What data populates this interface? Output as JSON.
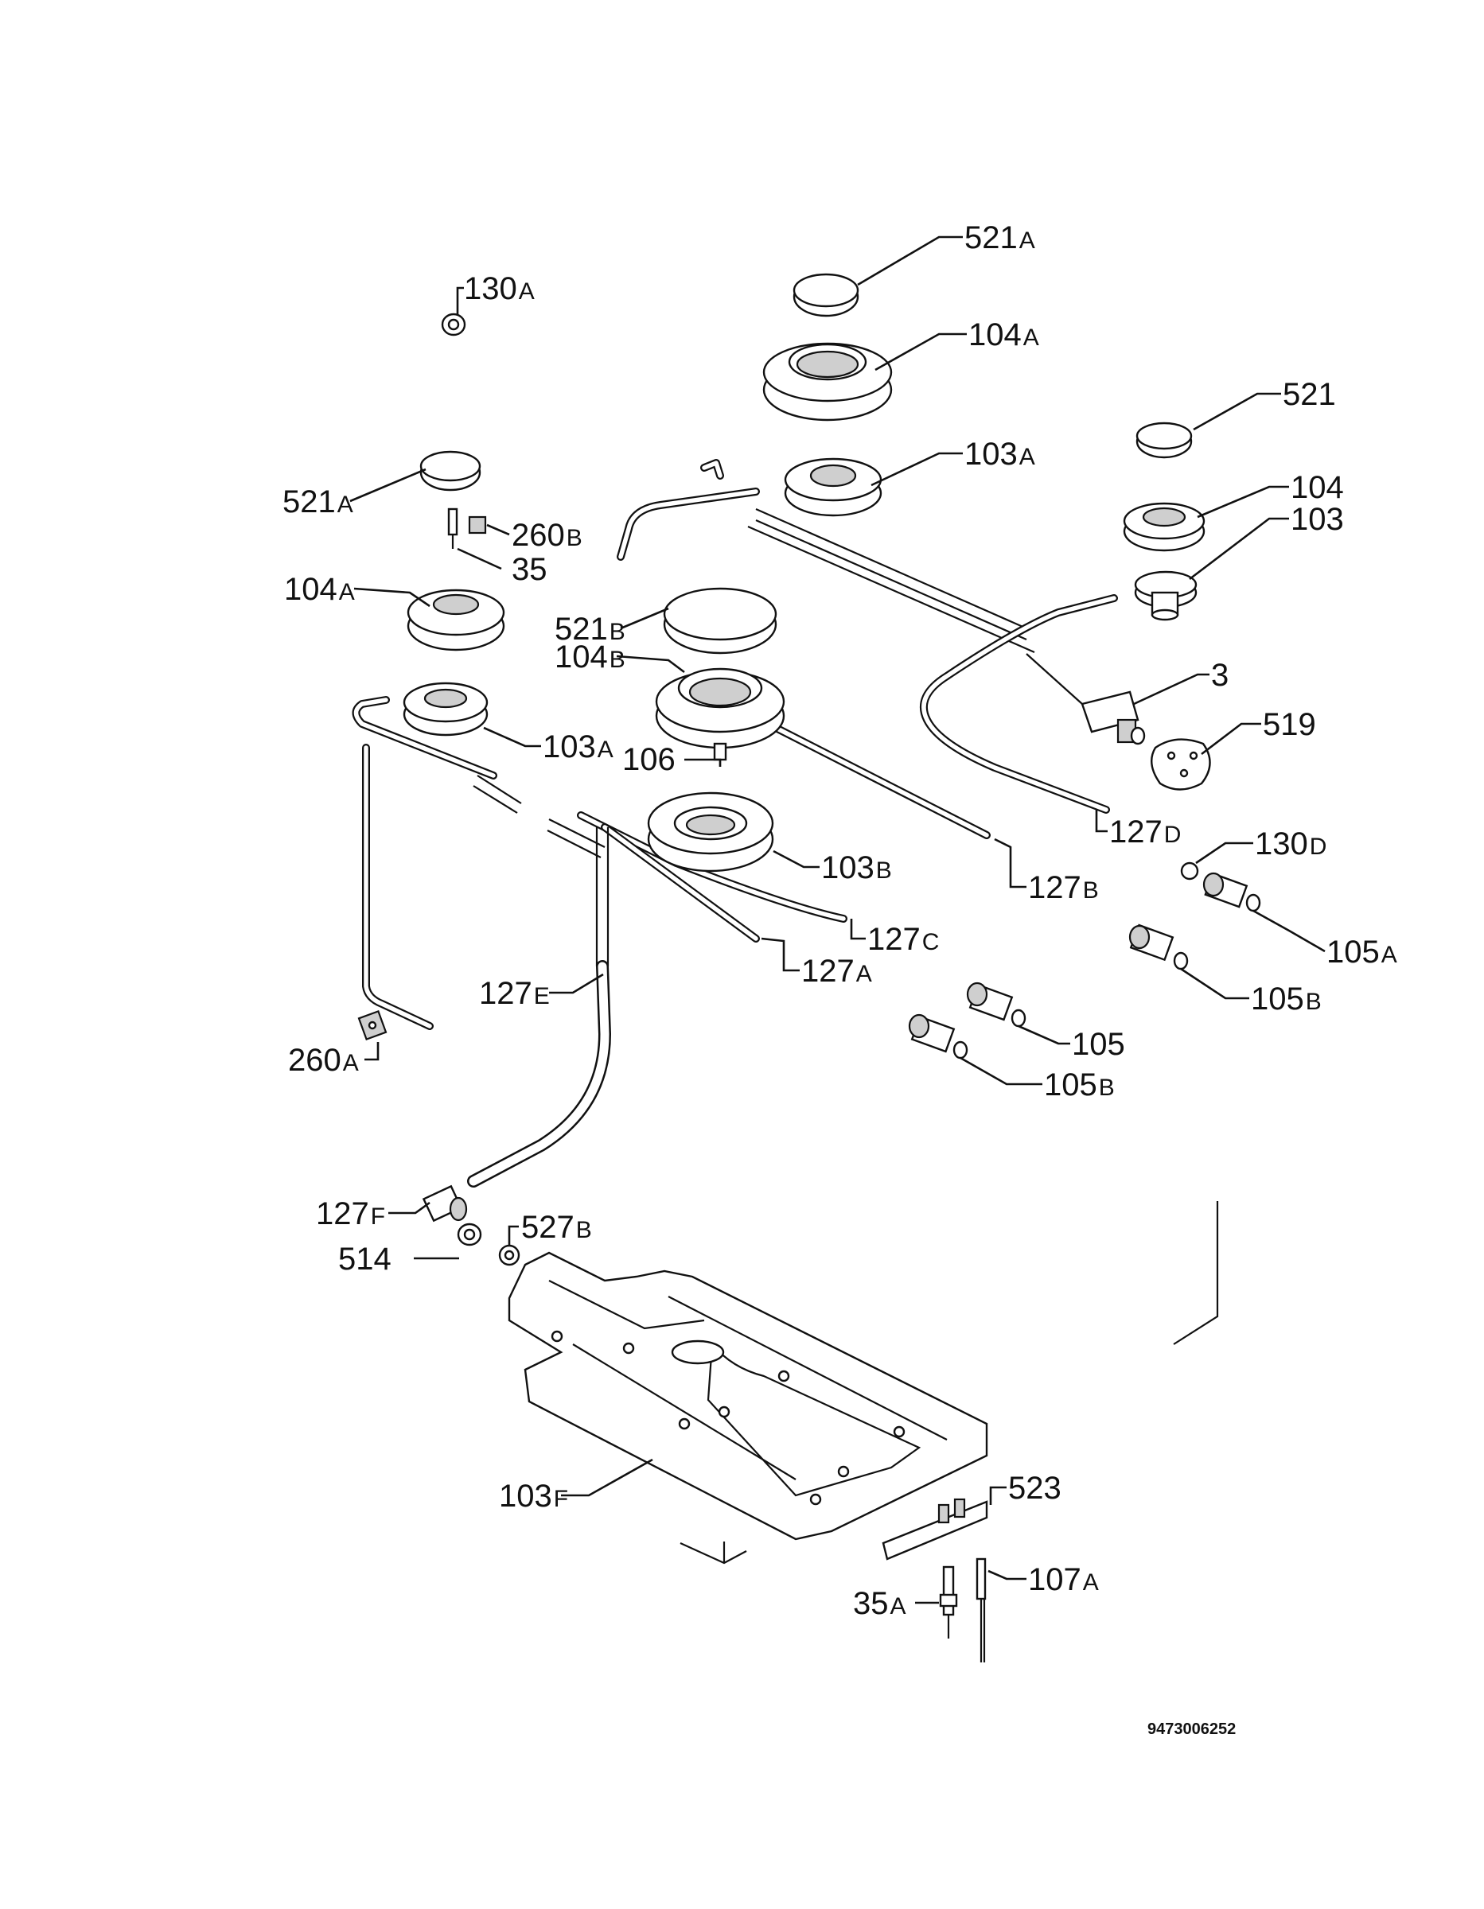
{
  "diagram": {
    "document_id": "9473006252",
    "callouts": [
      {
        "id": "c130a-top",
        "number": "130",
        "suffix": "A"
      },
      {
        "id": "c521a-top",
        "number": "521",
        "suffix": "A"
      },
      {
        "id": "c104a-top",
        "number": "104",
        "suffix": "A"
      },
      {
        "id": "c521",
        "number": "521",
        "suffix": ""
      },
      {
        "id": "c103a-top",
        "number": "103",
        "suffix": "A"
      },
      {
        "id": "c104",
        "number": "104",
        "suffix": ""
      },
      {
        "id": "c103",
        "number": "103",
        "suffix": ""
      },
      {
        "id": "c521a-left",
        "number": "521",
        "suffix": "A"
      },
      {
        "id": "c260b",
        "number": "260",
        "suffix": "B"
      },
      {
        "id": "c35",
        "number": "35",
        "suffix": ""
      },
      {
        "id": "c104a-left",
        "number": "104",
        "suffix": "A"
      },
      {
        "id": "c521b",
        "number": "521",
        "suffix": "B"
      },
      {
        "id": "c104b",
        "number": "104",
        "suffix": "B"
      },
      {
        "id": "c3",
        "number": "3",
        "suffix": ""
      },
      {
        "id": "c519",
        "number": "519",
        "suffix": ""
      },
      {
        "id": "c103a-left",
        "number": "103",
        "suffix": "A"
      },
      {
        "id": "c106",
        "number": "106",
        "suffix": ""
      },
      {
        "id": "c127d",
        "number": "127",
        "suffix": "D"
      },
      {
        "id": "c130d",
        "number": "130",
        "suffix": "D"
      },
      {
        "id": "c103b",
        "number": "103",
        "suffix": "B"
      },
      {
        "id": "c127b",
        "number": "127",
        "suffix": "B"
      },
      {
        "id": "c105a",
        "number": "105",
        "suffix": "A"
      },
      {
        "id": "c127c",
        "number": "127",
        "suffix": "C"
      },
      {
        "id": "c127a",
        "number": "127",
        "suffix": "A"
      },
      {
        "id": "c105b-right",
        "number": "105",
        "suffix": "B"
      },
      {
        "id": "c127e",
        "number": "127",
        "suffix": "E"
      },
      {
        "id": "c105",
        "number": "105",
        "suffix": ""
      },
      {
        "id": "c260a",
        "number": "260",
        "suffix": "A"
      },
      {
        "id": "c105b-low",
        "number": "105",
        "suffix": "B"
      },
      {
        "id": "c127f",
        "number": "127",
        "suffix": "F"
      },
      {
        "id": "c527b",
        "number": "527",
        "suffix": "B"
      },
      {
        "id": "c514",
        "number": "514",
        "suffix": ""
      },
      {
        "id": "c523",
        "number": "523",
        "suffix": ""
      },
      {
        "id": "c103f",
        "number": "103",
        "suffix": "F"
      },
      {
        "id": "c107a",
        "number": "107",
        "suffix": "A"
      },
      {
        "id": "c35a",
        "number": "35",
        "suffix": "A"
      }
    ]
  }
}
